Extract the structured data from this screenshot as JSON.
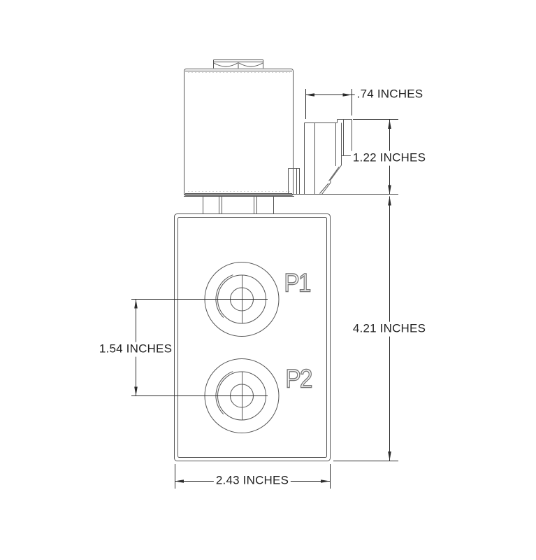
{
  "drawing": {
    "dimensions": {
      "connector_width": ".74 INCHES",
      "coil_connector_height": "1.22 INCHES",
      "body_height": "4.21 INCHES",
      "port_spacing": "1.54 INCHES",
      "body_width": "2.43 INCHES"
    },
    "port_labels": {
      "p1": "P1",
      "p2": "P2"
    },
    "colors": {
      "background": "#ffffff",
      "part_line": "#555555",
      "dimension_line": "#2b2b2b",
      "engraved_label_stroke": "#767676",
      "hidden_detail_line": "#d4d4d4"
    }
  }
}
